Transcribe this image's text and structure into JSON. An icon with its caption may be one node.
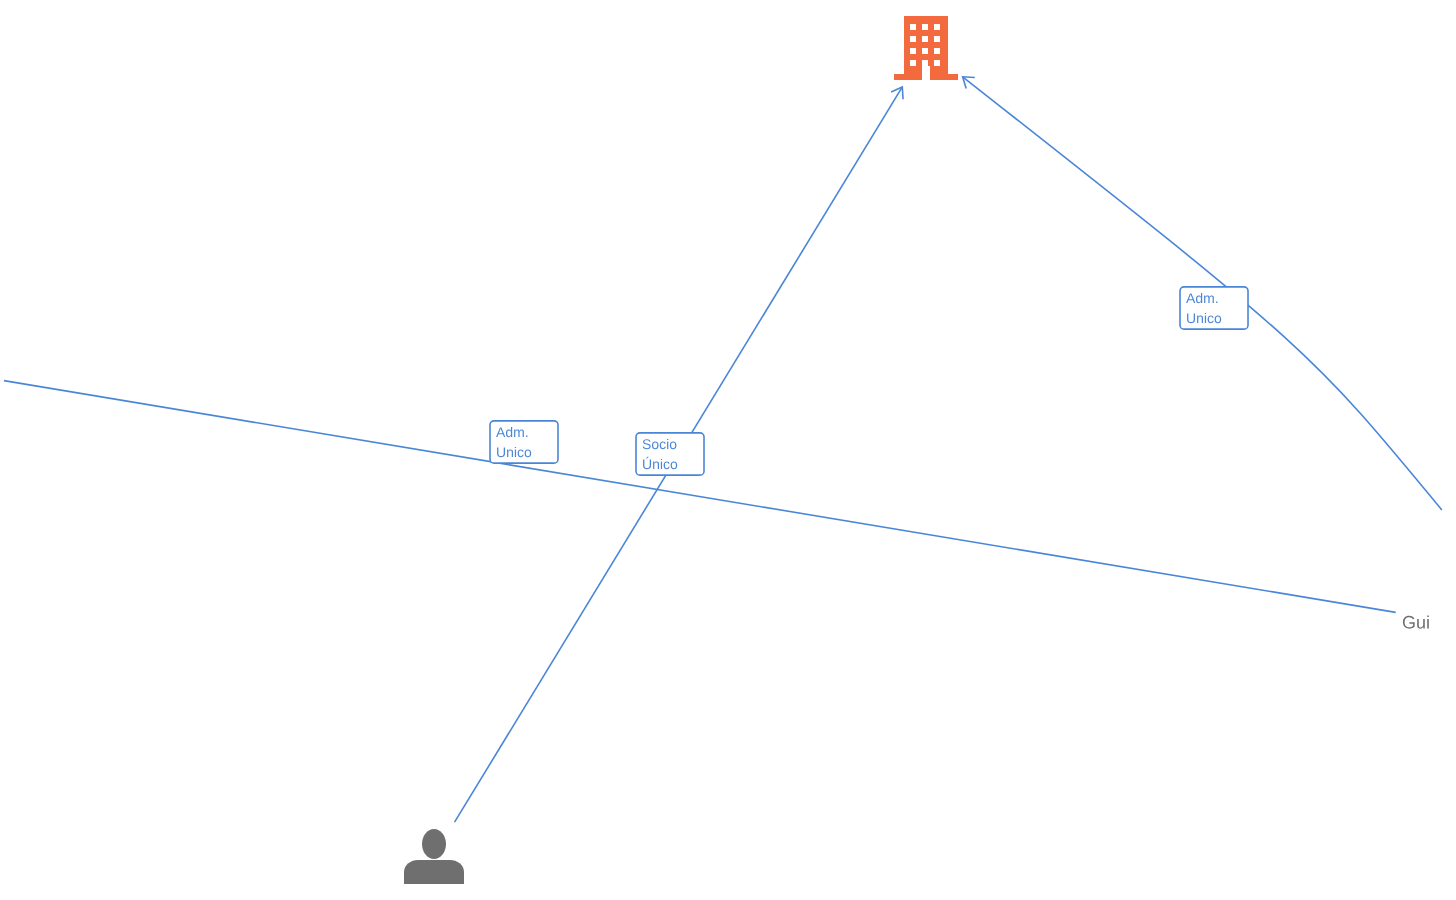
{
  "diagram": {
    "nodes": [
      {
        "text": [],
        "shape": "building"
      },
      {
        "text": [],
        "shape": "person"
      },
      {
        "text": [
          "Gui"
        ]
      }
    ],
    "edges": [
      {
        "from": 1,
        "to": 0,
        "arrow": "to",
        "label": "Socio Único"
      },
      {
        "from": 2,
        "to": 0,
        "arrow": "to",
        "label": "Adm. Unico"
      },
      {
        "from": 2,
        "to": null,
        "arrow": "none",
        "label": "Adm. Unico"
      }
    ]
  }
}
